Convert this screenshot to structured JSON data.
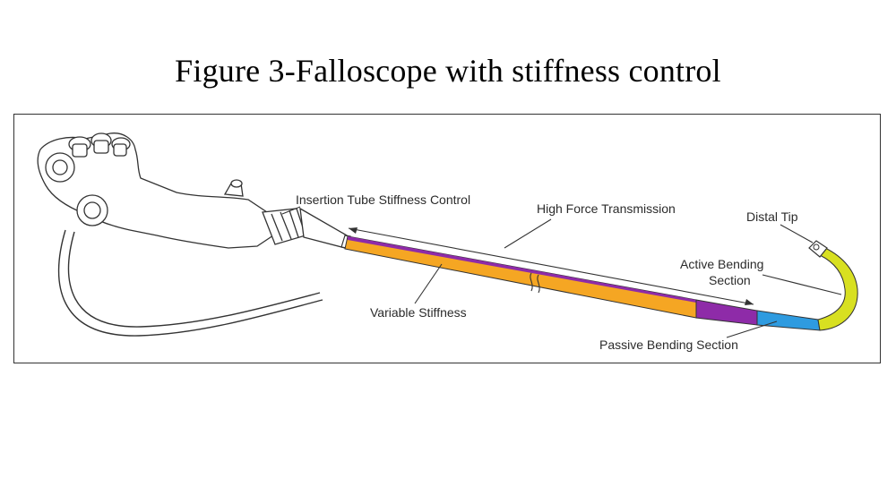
{
  "title": "Figure 3-Falloscope with stiffness control",
  "labels": {
    "insertion_tube_stiffness_control": "Insertion Tube Stiffness Control",
    "high_force_transmission": "High Force Transmission",
    "distal_tip": "Distal Tip",
    "active_bending_line1": "Active Bending",
    "active_bending_line2": "Section",
    "variable_stiffness": "Variable Stiffness",
    "passive_bending_section": "Passive Bending Section"
  },
  "colors": {
    "variable_stiffness": "#F5A623",
    "high_force_transmission": "#8E2BA8",
    "passive_bending": "#2E9BE0",
    "active_bending": "#D8E021",
    "outline": "#333333"
  }
}
